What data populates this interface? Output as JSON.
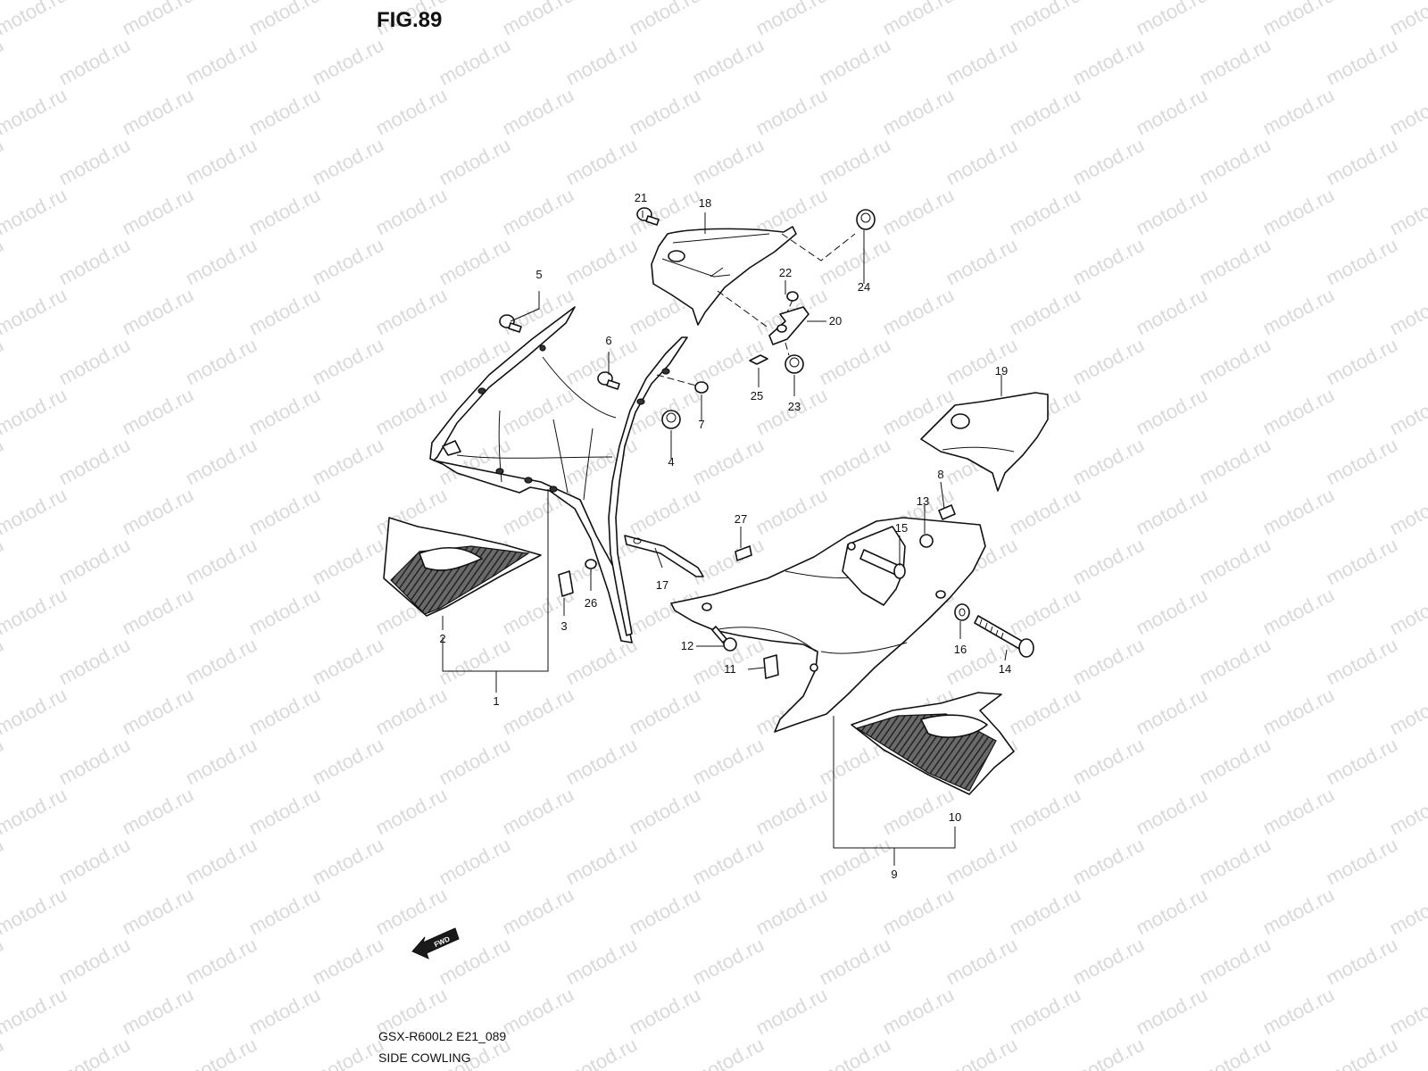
{
  "figure_title": "FIG.89",
  "model_code": "GSX-R600L2 E21_089",
  "section_name": "SIDE COWLING",
  "watermark": "motod.ru",
  "fwd_label": "FWD",
  "callouts": [
    "1",
    "2",
    "3",
    "4",
    "5",
    "6",
    "7",
    "8",
    "9",
    "10",
    "11",
    "12",
    "13",
    "14",
    "15",
    "16",
    "17",
    "18",
    "19",
    "20",
    "21",
    "22",
    "23",
    "24",
    "25",
    "26",
    "27"
  ]
}
